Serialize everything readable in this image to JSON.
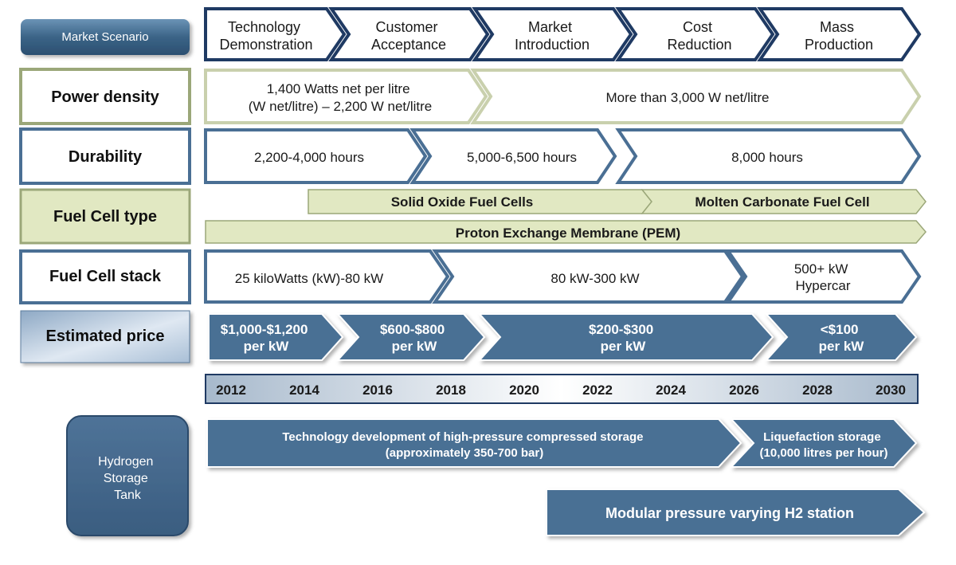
{
  "row_labels": {
    "market_scenario": "Market Scenario",
    "power_density": "Power density",
    "durability": "Durability",
    "fuel_cell_type": "Fuel Cell type",
    "fuel_cell_stack": "Fuel Cell stack",
    "estimated_price": "Estimated price",
    "hydrogen_storage": [
      "Hydrogen",
      "Storage",
      "Tank"
    ]
  },
  "market_scenario": [
    [
      "Technology",
      "Demonstration"
    ],
    [
      "Customer",
      "Acceptance"
    ],
    [
      "Market",
      "Introduction"
    ],
    [
      "Cost",
      "Reduction"
    ],
    [
      "Mass",
      "Production"
    ]
  ],
  "power_density": [
    [
      "1,400 Watts net per litre",
      "(W net/litre) – 2,200 W net/litre"
    ],
    [
      "More than 3,000 W net/litre"
    ]
  ],
  "durability": [
    "2,200-4,000 hours",
    "5,000-6,500 hours",
    "8,000 hours"
  ],
  "fuel_cell_type": {
    "upper": [
      "Solid Oxide Fuel Cells",
      "Molten Carbonate Fuel Cell"
    ],
    "lower": "Proton Exchange Membrane (PEM)"
  },
  "fuel_cell_stack": [
    [
      "25 kiloWatts (kW)-80 kW"
    ],
    [
      "80 kW-300 kW"
    ],
    [
      "500+ kW",
      "Hypercar"
    ]
  ],
  "estimated_price": [
    [
      "$1,000-$1,200",
      "per kW"
    ],
    [
      "$600-$800",
      "per kW"
    ],
    [
      "$200-$300",
      "per kW"
    ],
    [
      "<$100",
      "per kW"
    ]
  ],
  "years": [
    "2012",
    "2014",
    "2016",
    "2018",
    "2020",
    "2022",
    "2024",
    "2026",
    "2028",
    "2030"
  ],
  "hydrogen_storage": [
    [
      "Technology development of high-pressure compressed storage",
      "(approximately 350-700 bar)"
    ],
    [
      "Liquefaction storage",
      "(10,000 litres per hour)"
    ],
    [
      "Modular pressure varying H2 station"
    ]
  ],
  "colors": {
    "navy": "#1f3a63",
    "steel_blue": "#4a6f94",
    "sage": "#9ba779",
    "pale_green": "#e1e8c2",
    "slate_blue": "#3f6a91",
    "white": "#ffffff"
  }
}
